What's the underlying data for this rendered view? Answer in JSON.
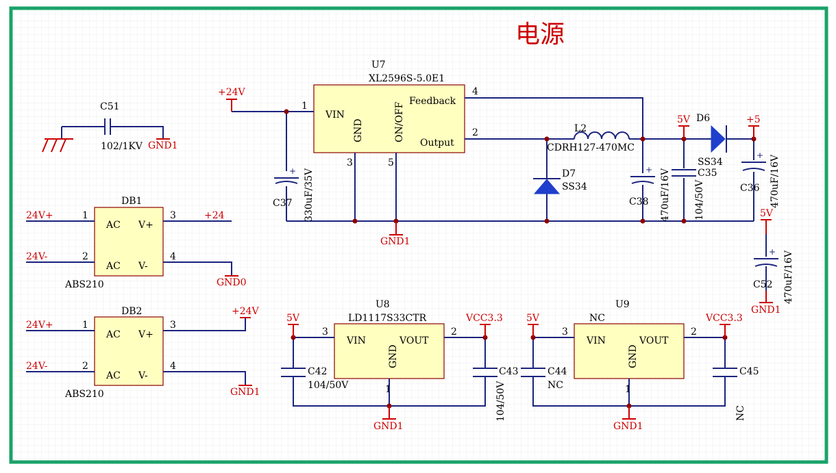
{
  "title": "电源",
  "colors": {
    "border": "#1aa36a",
    "wire": "#1a237e",
    "power": "#cc0000",
    "ic_fill": "#ffffc0"
  },
  "u7": {
    "designator": "U7",
    "part": "XL2596S-5.0E1",
    "pin_vin": "VIN",
    "pin_gnd": "GND",
    "pin_onoff": "ON/OFF",
    "pin_feedback": "Feedback",
    "pin_output": "Output",
    "n1": "1",
    "n2": "2",
    "n3": "3",
    "n4": "4",
    "n5": "5"
  },
  "net_24v_u7": "+24V",
  "c37": {
    "designator": "C37",
    "value": "330uF/35V"
  },
  "gnd_u7": "GND1",
  "l2": {
    "designator": "L2",
    "value": "CDRH127-470MC"
  },
  "d7": {
    "designator": "D7",
    "value": "SS34"
  },
  "c38": {
    "designator": "C38",
    "value": "470uF/16V"
  },
  "c35": {
    "designator": "C35",
    "value": "104/50V"
  },
  "net_5v_out": "5V",
  "d6": {
    "designator": "D6",
    "value": "SS34"
  },
  "net_plus5": "+5",
  "c36": {
    "designator": "C36",
    "value": "470uF/16V"
  },
  "c52": {
    "designator": "C52",
    "value": "470uF/16V",
    "net_top": "5V",
    "net_bottom": "GND1"
  },
  "c51": {
    "designator": "C51",
    "value": "102/1KV",
    "net": "GND1"
  },
  "db1": {
    "designator": "DB1",
    "part": "ABS210",
    "pin_ac1": "AC",
    "pin_ac2": "AC",
    "pin_vp": "V+",
    "pin_vm": "V-",
    "n1": "1",
    "n2": "2",
    "n3": "3",
    "n4": "4",
    "net_in1": "24V+",
    "net_in2": "24V-",
    "net_out_p": "+24",
    "net_out_m": "GND0"
  },
  "db2": {
    "designator": "DB2",
    "part": "ABS210",
    "pin_ac1": "AC",
    "pin_ac2": "AC",
    "pin_vp": "V+",
    "pin_vm": "V-",
    "n1": "1",
    "n2": "2",
    "n3": "3",
    "n4": "4",
    "net_in1": "24V+",
    "net_in2": "24V-",
    "net_out_p": "+24V",
    "net_out_m": "GND1"
  },
  "u8": {
    "designator": "U8",
    "part": "LD1117S33CTR",
    "pin_vin": "VIN",
    "pin_vout": "VOUT",
    "pin_gnd": "GND",
    "n1": "1",
    "n2": "2",
    "n3": "3",
    "net_in": "5V",
    "net_out": "VCC3.3",
    "net_gnd": "GND1"
  },
  "c42": {
    "designator": "C42",
    "value": "104/50V"
  },
  "c43": {
    "designator": "C43",
    "value": "104/50V"
  },
  "u9": {
    "designator": "U9",
    "part": "NC",
    "pin_vin": "VIN",
    "pin_vout": "VOUT",
    "pin_gnd": "GND",
    "n1": "1",
    "n2": "2",
    "n3": "3",
    "net_in": "5V",
    "net_out": "VCC3.3",
    "net_gnd": "GND1"
  },
  "c44": {
    "designator": "C44",
    "value": "NC"
  },
  "c45": {
    "designator": "C45",
    "value": "NC"
  }
}
